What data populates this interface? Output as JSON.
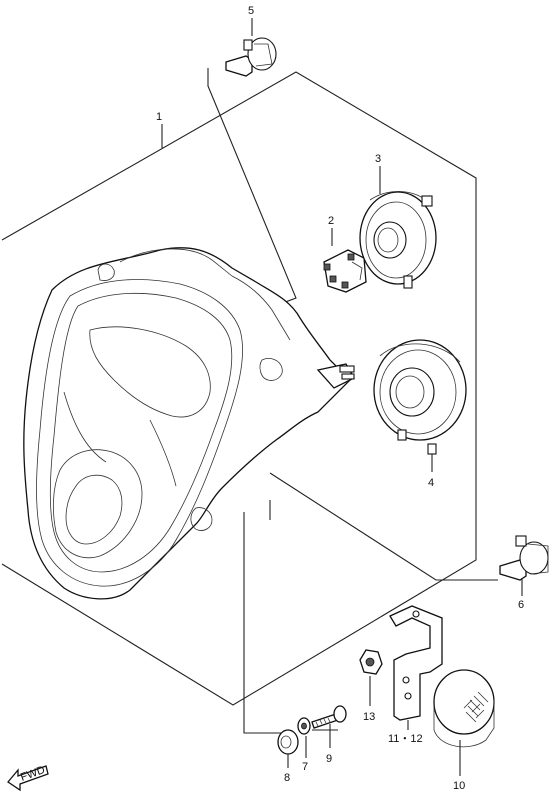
{
  "callouts": {
    "c1": "1",
    "c2": "2",
    "c3": "3",
    "c4": "4",
    "c5": "5",
    "c6": "6",
    "c7": "7",
    "c8": "8",
    "c9": "9",
    "c10": "10",
    "c11_12": "11・12",
    "c13": "13"
  },
  "fwd_label": "FWD"
}
